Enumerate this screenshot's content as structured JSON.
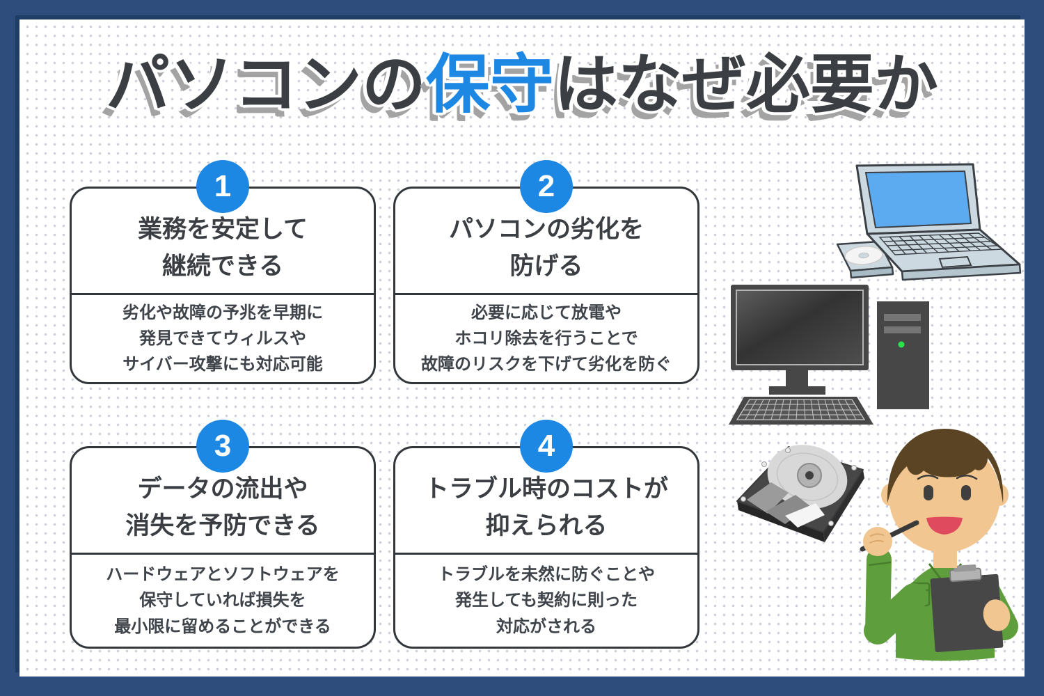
{
  "title": {
    "part1": "パソコンの",
    "part2": "保守",
    "part3": "はなぜ必要か"
  },
  "cards": [
    {
      "number": "1",
      "title": "業務を安定して\n継続できる",
      "body": "劣化や故障の予兆を早期に\n発見できてウィルスや\nサイバー攻撃にも対応可能"
    },
    {
      "number": "2",
      "title": "パソコンの劣化を\n防げる",
      "body": "必要に応じて放電や\nホコリ除去を行うことで\n故障のリスクを下げて劣化を防ぐ"
    },
    {
      "number": "3",
      "title": "データの流出や\n消失を予防できる",
      "body": "ハードウェアとソフトウェアを\n保守していれば損失を\n最小限に留めることができる"
    },
    {
      "number": "4",
      "title": "トラブル時のコストが\n抑えられる",
      "body": "トラブルを未然に防ぐことや\n発生しても契約に則った\n対応がされる"
    }
  ],
  "illustrations": [
    {
      "name": "laptop-with-cd"
    },
    {
      "name": "desktop-computer-with-tower"
    },
    {
      "name": "hard-disk-drive"
    },
    {
      "name": "maintenance-technician"
    }
  ],
  "colors": {
    "frame_navy": "#2e4d7c",
    "frame_inner_navy": "#1f3c66",
    "accent_blue": "#1d87e4",
    "text_dark": "#3b3e43",
    "title_shadow_gray": "#a3a3a3",
    "card_border": "#33363b",
    "laptop_screen_blue": "#5caaf0",
    "device_gray": "#474747",
    "led_green": "#2ee24e",
    "uniform_green": "#5f9e3c",
    "skin": "#f2c690",
    "hair_brown": "#5b4424",
    "mouth_red": "#e04a5e"
  }
}
